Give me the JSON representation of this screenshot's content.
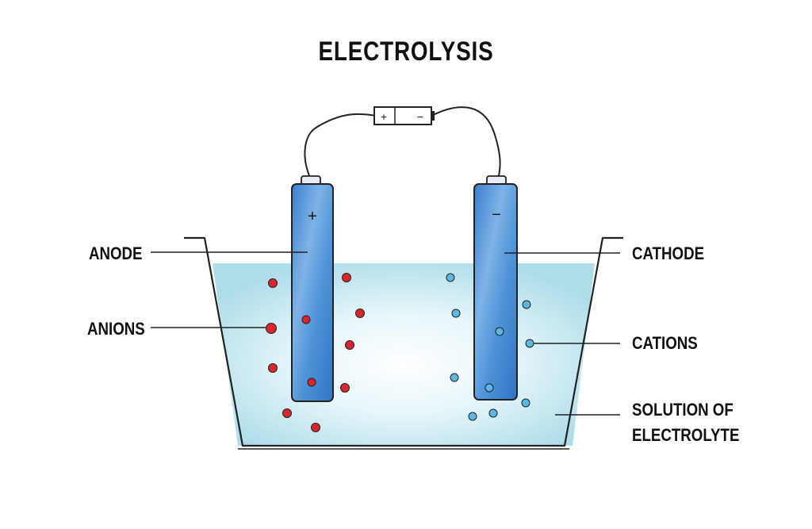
{
  "title": "ELECTROLYSIS",
  "battery": {
    "positive": "+",
    "negative": "−"
  },
  "electrodes": {
    "anode_sign": "+",
    "cathode_sign": "−"
  },
  "labels": {
    "anode": "ANODE",
    "anions": "ANIONS",
    "cathode": "CATHODE",
    "cations": "CATIONS",
    "solution_line1": "SOLUTION OF",
    "solution_line2": "ELECTROLYTE"
  },
  "colors": {
    "anion": "#d8262c",
    "cation": "#5bb8e2",
    "electrode": "#4a8fd3",
    "solution": "#bfe6f0"
  }
}
